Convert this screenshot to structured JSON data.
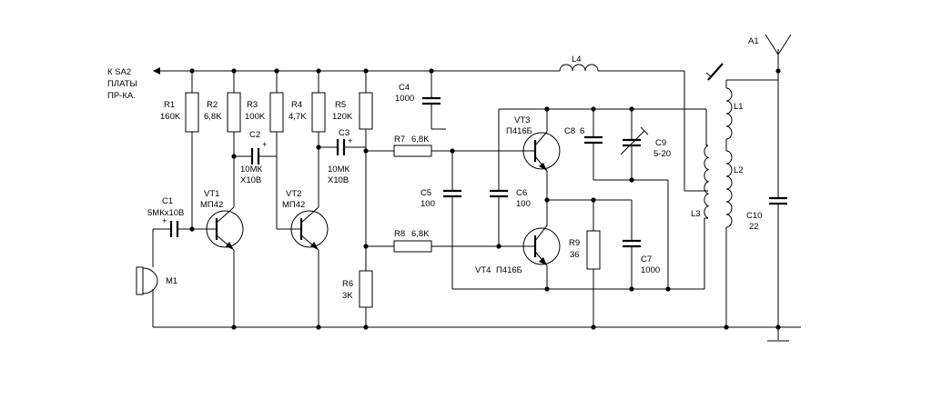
{
  "connector": {
    "line1": "К SA2",
    "line2": "ПЛАТЫ",
    "line3": "ПР-КА."
  },
  "resistors": {
    "r1": {
      "name": "R1",
      "value": "160K"
    },
    "r2": {
      "name": "R2",
      "value": "6,8K"
    },
    "r3": {
      "name": "R3",
      "value": "100K"
    },
    "r4": {
      "name": "R4",
      "value": "4,7K"
    },
    "r5": {
      "name": "R5",
      "value": "120K"
    },
    "r6": {
      "name": "R6",
      "value": "3K"
    },
    "r7": {
      "name": "R7",
      "value": "6,8K"
    },
    "r8": {
      "name": "R8",
      "value": "6,8K"
    },
    "r9": {
      "name": "R9",
      "value": "36"
    }
  },
  "capacitors": {
    "c1": {
      "name": "C1",
      "value": "5МКх10В"
    },
    "c2": {
      "name": "C2",
      "value1": "10МК",
      "value2": "Х10В"
    },
    "c3": {
      "name": "C3",
      "value1": "10МК",
      "value2": "Х10В"
    },
    "c4": {
      "name": "C4",
      "value": "1000"
    },
    "c5": {
      "name": "C5",
      "value": "100"
    },
    "c6": {
      "name": "C6",
      "value": "100"
    },
    "c7": {
      "name": "C7",
      "value": "1000"
    },
    "c8": {
      "name": "C8",
      "value": "6"
    },
    "c9": {
      "name": "C9",
      "value": "5-20"
    },
    "c10": {
      "name": "C10",
      "value": "22"
    }
  },
  "transistors": {
    "vt1": {
      "name": "VT1",
      "type": "МП42"
    },
    "vt2": {
      "name": "VT2",
      "type": "МП42"
    },
    "vt3": {
      "name": "VT3",
      "type": "П416Б"
    },
    "vt4": {
      "name": "VT4",
      "type": "П416Б"
    }
  },
  "inductors": {
    "l1": "L1",
    "l2": "L2",
    "l3": "L3",
    "l4": "L4"
  },
  "microphone": "M1",
  "antenna": "A1",
  "plus_sign": "+"
}
